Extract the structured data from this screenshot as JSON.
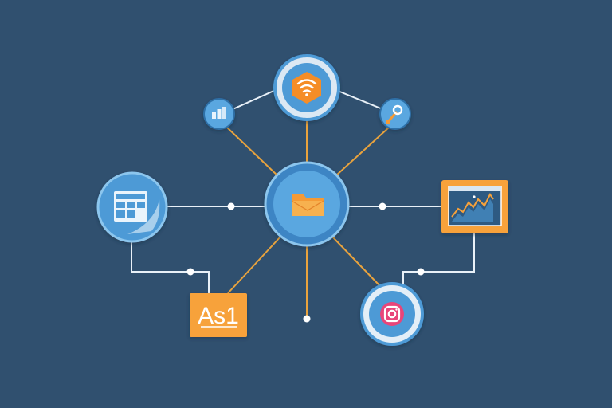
{
  "colors": {
    "background": "#30506f",
    "node_blue": "#4d9ad6",
    "node_ring": "#8cc6ee",
    "accent_orange": "#f7a23a",
    "line_white": "#e9f1f8",
    "line_orange": "#e9a33d",
    "pink": "#e8457a"
  },
  "nodes": [
    {
      "name": "hub-node",
      "icon": "folder-icon"
    },
    {
      "name": "wifi-node",
      "icon": "wifi-icon"
    },
    {
      "name": "bars-node",
      "icon": "bar-chart-icon"
    },
    {
      "name": "tool-node",
      "icon": "wrench-icon"
    },
    {
      "name": "table-node",
      "icon": "table-icon"
    },
    {
      "name": "chart-node",
      "icon": "line-chart-icon"
    },
    {
      "name": "camera-node",
      "icon": "camera-icon"
    },
    {
      "name": "label-node",
      "icon": "text-label"
    }
  ],
  "label_node": {
    "text": "As1"
  }
}
